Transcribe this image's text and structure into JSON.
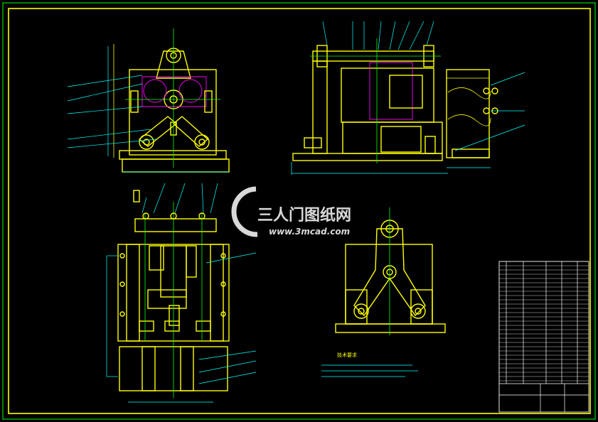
{
  "watermark": {
    "brand_text": "三人门图纸网",
    "url_text": "www.3mcad.com"
  },
  "notes": {
    "title": "技术要求"
  },
  "colors": {
    "background": "#000000",
    "outline": "#ffff00",
    "dimension": "#00ffff",
    "centerline": "#00ff00",
    "detail": "#ff00ff",
    "frame": "#ffffff"
  }
}
